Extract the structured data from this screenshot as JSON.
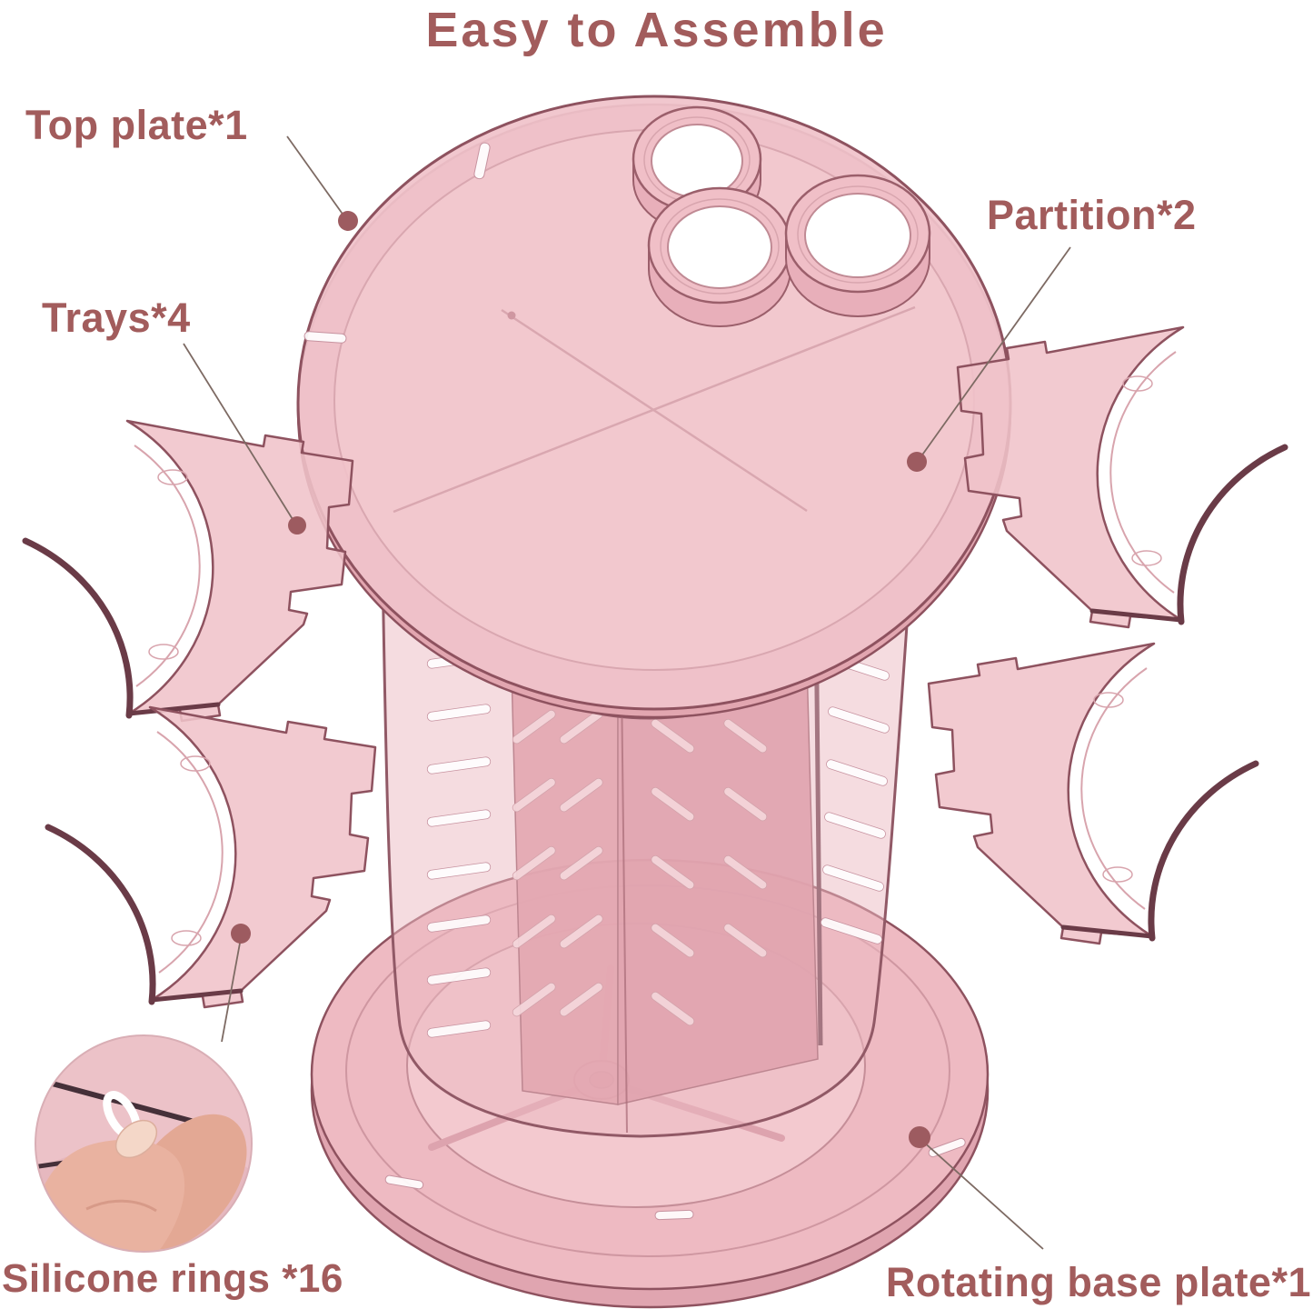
{
  "title": "Easy to Assemble",
  "labels": {
    "top_plate": "Top plate*1",
    "partition": "Partition*2",
    "trays": "Trays*4",
    "silicone_rings": "Silicone rings *16",
    "rotating_base": "Rotating base plate*1"
  },
  "colors": {
    "background": "#ffffff",
    "label_text": "#a25c5c",
    "plastic_pink": "#f0c3ca",
    "plastic_light": "#f3cdd2",
    "plastic_edge": "#8e525f",
    "dark_edge": "#5d3340",
    "leader_line": "#7d6a63",
    "marker_dot": "#9d5b60",
    "silicone_ring": "#ffffff",
    "skin": "#e9b2a0"
  }
}
